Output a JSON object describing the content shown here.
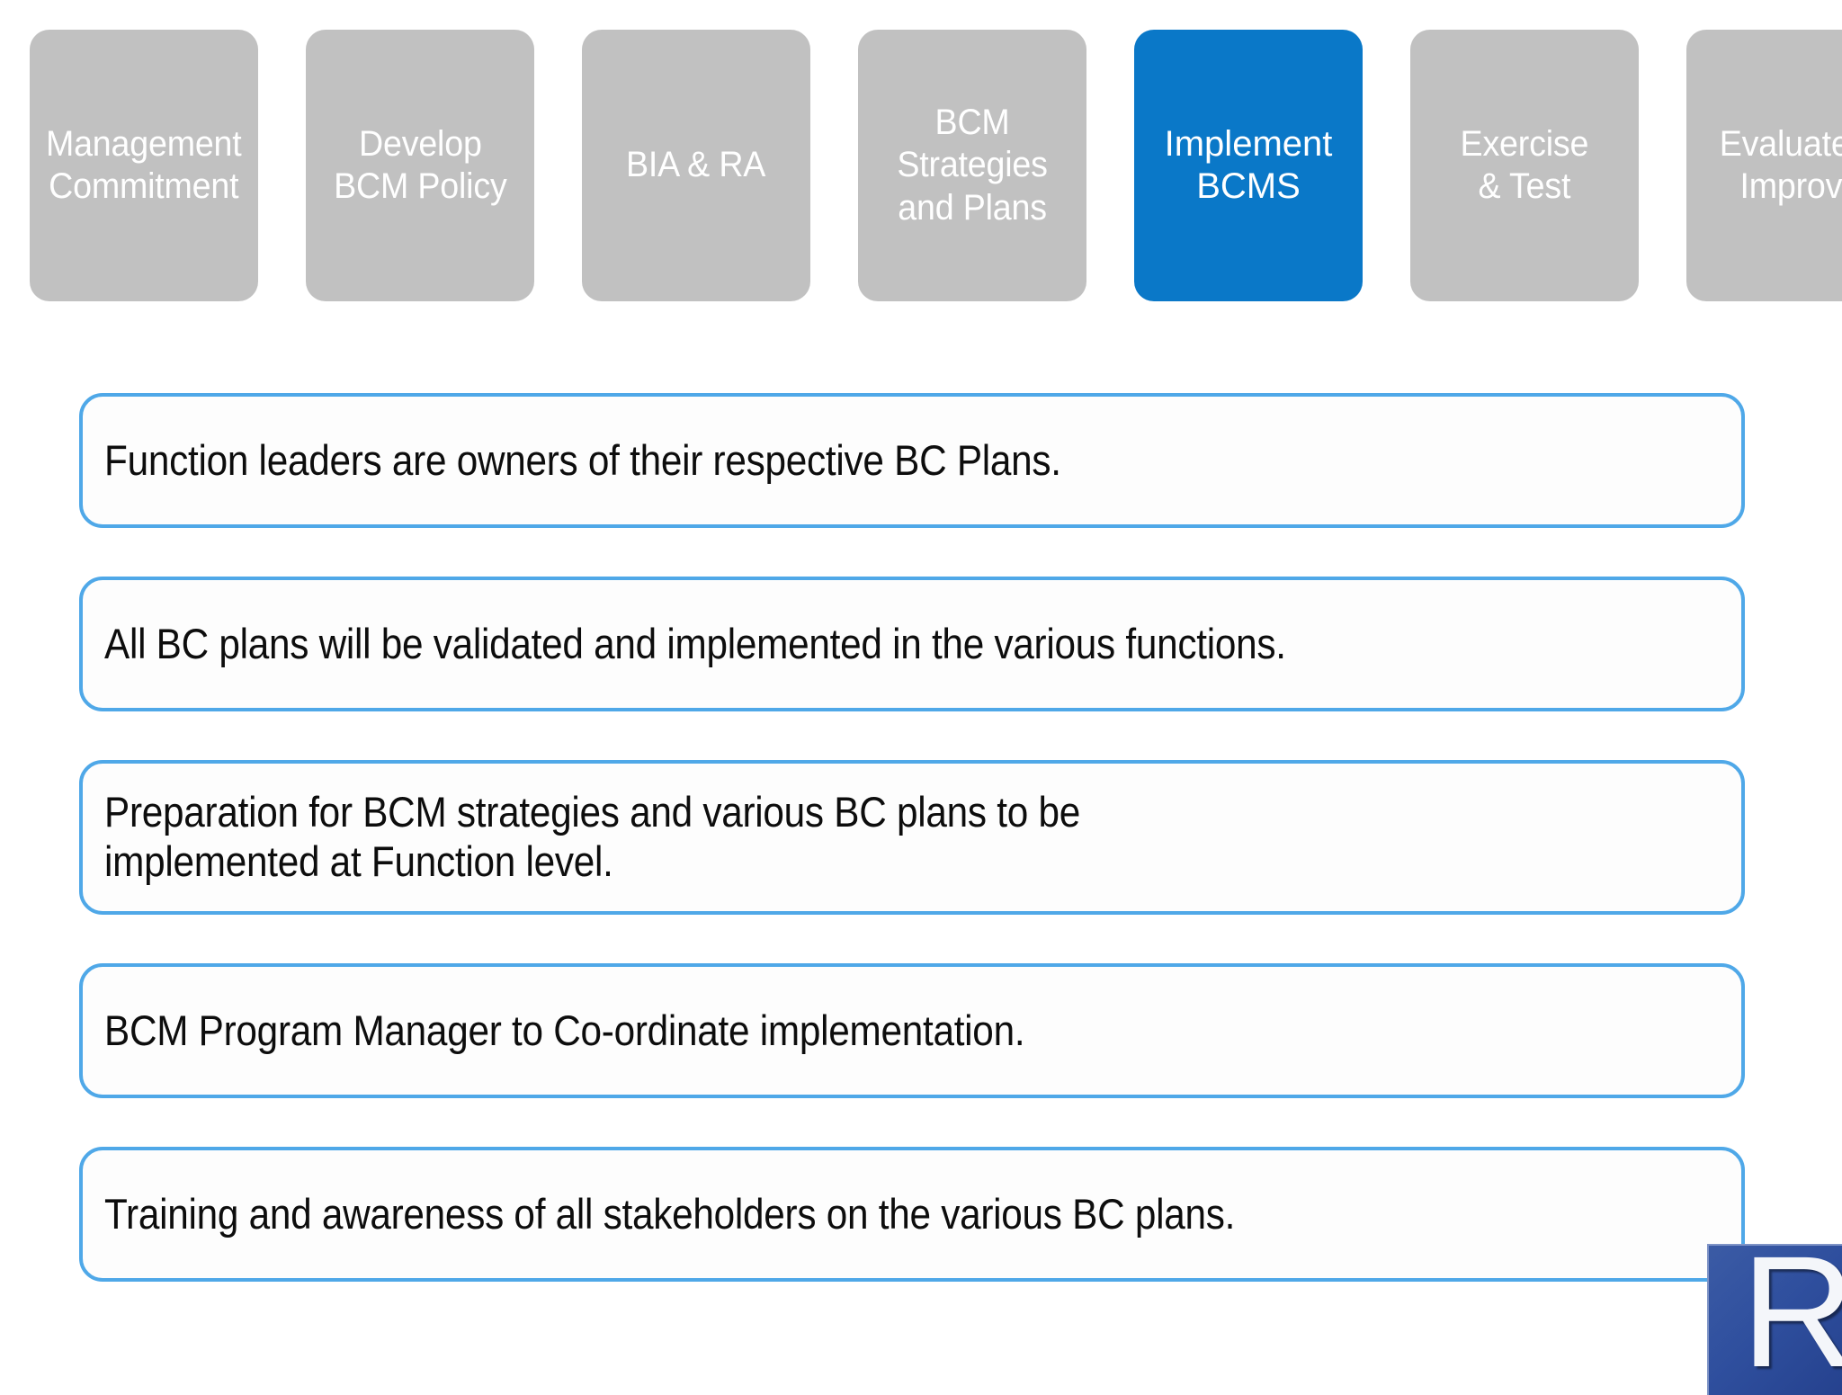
{
  "slide": {
    "accent_blue": "#0A78C8",
    "chip_gray": "#C1C1C1",
    "box_border_blue": "#4FA8E8",
    "logo_blue": "#2F4F9E"
  },
  "process_steps": [
    {
      "label": "Management\nCommitment",
      "active": false
    },
    {
      "label": "Develop\nBCM Policy",
      "active": false
    },
    {
      "label": "BIA & RA",
      "active": false
    },
    {
      "label": "BCM\nStrategies\nand Plans",
      "active": false
    },
    {
      "label": "Implement\nBCMS",
      "active": true
    },
    {
      "label": "Exercise\n& Test",
      "active": false
    },
    {
      "label": "Evaluate &\nImprove",
      "active": false
    }
  ],
  "statements": [
    {
      "text": "Function leaders are owners of their respective BC Plans."
    },
    {
      "text": "All BC plans will be validated and implemented in the various functions."
    },
    {
      "text": "Preparation for BCM strategies and various BC plans to be\nimplemented at Function level."
    },
    {
      "text": "BCM Program Manager to Co-ordinate implementation."
    },
    {
      "text": "Training and awareness of all stakeholders on the various BC plans."
    }
  ],
  "logo": {
    "letter": "R"
  }
}
